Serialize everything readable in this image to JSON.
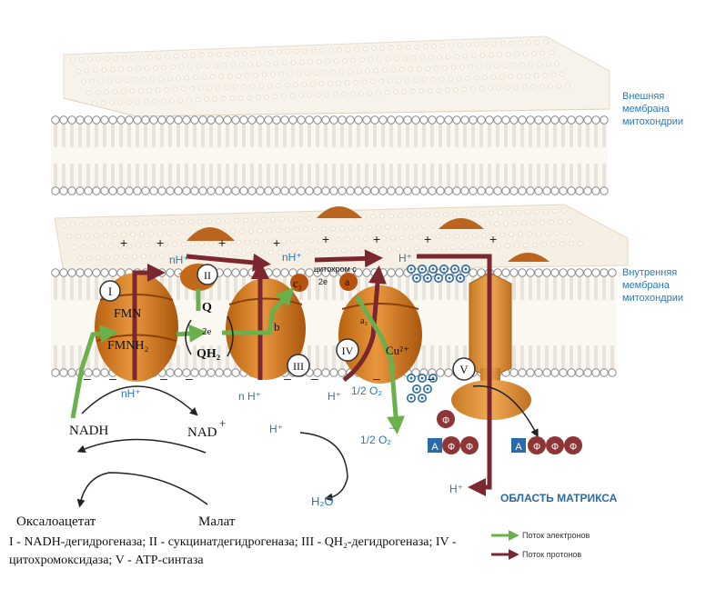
{
  "membranes": {
    "outer_line1": "Внешняя",
    "outer_line2": "мембрана",
    "outer_line3": "митохондрии",
    "inner_line1": "Внутренняя",
    "inner_line2": "мембрана",
    "inner_line3": "митохондрии"
  },
  "complexes": {
    "c1_numeral": "I",
    "c2_numeral": "II",
    "c3_numeral": "III",
    "c4_numeral": "IV",
    "c5_numeral": "V",
    "fmn": "FMN",
    "fmnh2": "FMNH₂",
    "q": "Q",
    "qh2": "QH₂",
    "two_e": "2e",
    "b": "b",
    "c1_label": "c₁",
    "cytochrome_c": "цитохром с",
    "cyt_2e": "2e",
    "a": "a",
    "a3": "a₃",
    "cu": "Cu²⁺"
  },
  "protons": {
    "plus": "+",
    "minus": "–",
    "nh_top1": "nH⁺",
    "nh_top2": "nH⁺",
    "h_top": "H⁺",
    "nh_bottom1": "nH⁺",
    "nh_bottom2": "n H⁺",
    "h_bottom_iv": "H⁺",
    "h_mid": "H⁺",
    "h_matrix": "H⁺"
  },
  "substrates": {
    "nadh": "NADH",
    "nad": "NAD",
    "nad_plus": "+",
    "oxaloacetate": "Оксалоацетат",
    "malate": "Малат",
    "half_o2_top": "1/2 O₂",
    "half_o2": "1/2 O₂",
    "o2_charge": "–",
    "h2o": "H₂O"
  },
  "atp": {
    "phosphate": "Ф",
    "adenosine": "А"
  },
  "region": {
    "matrix": "ОБЛАСТЬ МАТРИКСА"
  },
  "legend": {
    "electrons": "Поток электронов",
    "protons": "Поток протонов",
    "electrons_color": "#6ab04c",
    "protons_color": "#7a2730"
  },
  "caption": {
    "text": "I - NADH-дегидрогеназа; II - сукцинатдегидрогеназа; III - QH₂-дегидрогеназа; IV - цитохромоксидаза; V - АТР-синтаза"
  }
}
